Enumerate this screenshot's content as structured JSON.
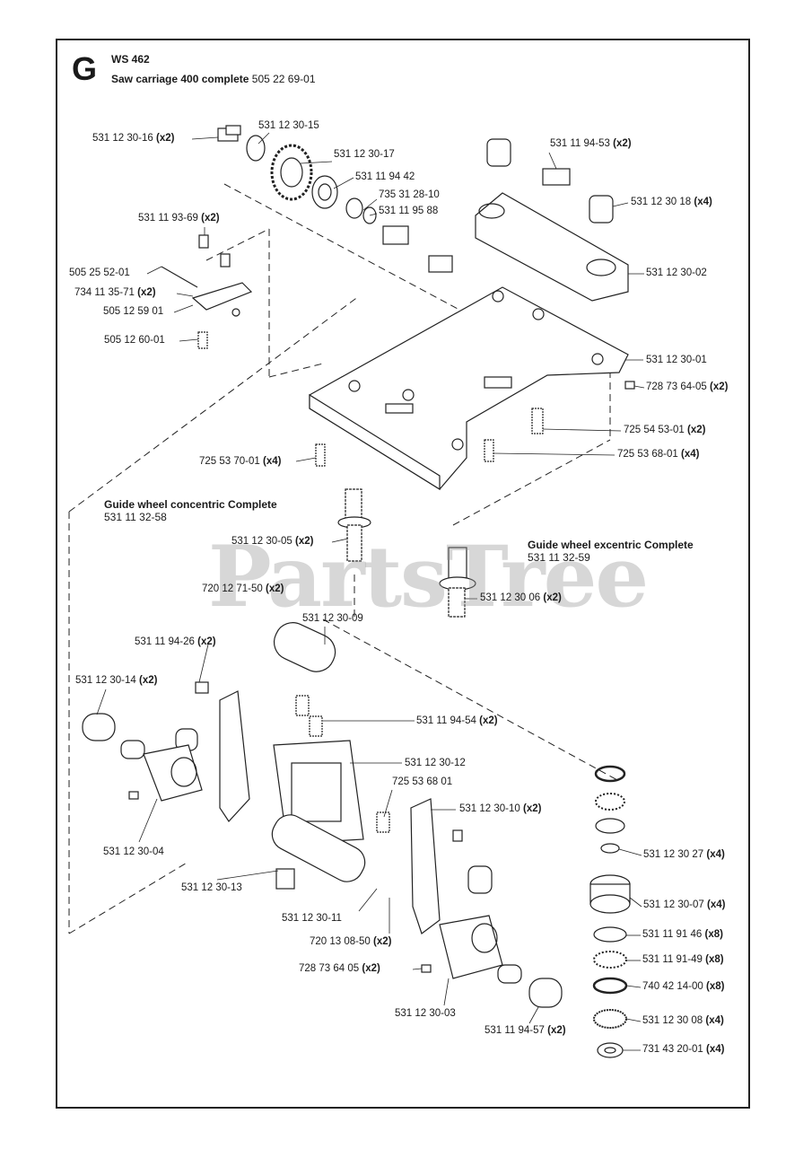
{
  "section_letter": "G",
  "model": "WS 462",
  "assembly": {
    "name": "Saw carriage 400 complete",
    "number": "505 22 69-01"
  },
  "watermark": "PartsTree",
  "subassemblies": [
    {
      "id": "concentric",
      "title": "Guide wheel concentric Complete",
      "number": "531 11 32-58"
    },
    {
      "id": "excentric",
      "title": "Guide wheel excentric Complete",
      "number": "531 11 32-59"
    }
  ],
  "callouts": [
    {
      "id": "c01",
      "part": "531 12 30-16",
      "qty": "(x2)"
    },
    {
      "id": "c02",
      "part": "531 12 30-15",
      "qty": ""
    },
    {
      "id": "c03",
      "part": "531 12 30-17",
      "qty": ""
    },
    {
      "id": "c04",
      "part": "531 11 94 42",
      "qty": ""
    },
    {
      "id": "c05",
      "part": "735 31 28-10",
      "qty": ""
    },
    {
      "id": "c06",
      "part": "531 11 95 88",
      "qty": ""
    },
    {
      "id": "c07",
      "part": "531 11 94-53",
      "qty": "(x2)"
    },
    {
      "id": "c08",
      "part": "531 12 30 18",
      "qty": "(x4)"
    },
    {
      "id": "c09",
      "part": "531 11 93-69",
      "qty": "(x2)"
    },
    {
      "id": "c10",
      "part": "505 25 52-01",
      "qty": ""
    },
    {
      "id": "c11",
      "part": "734 11 35-71",
      "qty": "(x2)"
    },
    {
      "id": "c12",
      "part": "505 12 59 01",
      "qty": ""
    },
    {
      "id": "c13",
      "part": "505 12 60-01",
      "qty": ""
    },
    {
      "id": "c14",
      "part": "531 12 30-02",
      "qty": ""
    },
    {
      "id": "c15",
      "part": "531 12 30-01",
      "qty": ""
    },
    {
      "id": "c16",
      "part": "728 73 64-05",
      "qty": "(x2)"
    },
    {
      "id": "c17",
      "part": "725 54 53-01",
      "qty": "(x2)"
    },
    {
      "id": "c18",
      "part": "725 53 70-01",
      "qty": "(x4)"
    },
    {
      "id": "c19",
      "part": "725 53 68-01",
      "qty": "(x4)"
    },
    {
      "id": "c20",
      "part": "531 12 30-05",
      "qty": "(x2)"
    },
    {
      "id": "c21",
      "part": "720 12 71-50",
      "qty": "(x2)"
    },
    {
      "id": "c22",
      "part": "531 12 30 06",
      "qty": "(x2)"
    },
    {
      "id": "c23",
      "part": "531 12 30-09",
      "qty": ""
    },
    {
      "id": "c24",
      "part": "531 11 94-26",
      "qty": "(x2)"
    },
    {
      "id": "c25",
      "part": "531 12 30-14",
      "qty": "(x2)"
    },
    {
      "id": "c26",
      "part": "531 11 94-54",
      "qty": "(x2)"
    },
    {
      "id": "c27",
      "part": "531 12 30-12",
      "qty": ""
    },
    {
      "id": "c28",
      "part": "725 53 68 01",
      "qty": ""
    },
    {
      "id": "c29",
      "part": "531 12 30-10",
      "qty": "(x2)"
    },
    {
      "id": "c30",
      "part": "531 12 30-04",
      "qty": ""
    },
    {
      "id": "c31",
      "part": "531 12 30-13",
      "qty": ""
    },
    {
      "id": "c32",
      "part": "531 12 30-11",
      "qty": ""
    },
    {
      "id": "c33",
      "part": "720 13 08-50",
      "qty": "(x2)"
    },
    {
      "id": "c34",
      "part": "728 73 64 05",
      "qty": "(x2)"
    },
    {
      "id": "c35",
      "part": "531 12 30-03",
      "qty": ""
    },
    {
      "id": "c36",
      "part": "531 11 94-57",
      "qty": "(x2)"
    },
    {
      "id": "c37",
      "part": "531 12 30 27",
      "qty": "(x4)"
    },
    {
      "id": "c38",
      "part": "531 12 30-07",
      "qty": "(x4)"
    },
    {
      "id": "c39",
      "part": "531 11 91 46",
      "qty": "(x8)"
    },
    {
      "id": "c40",
      "part": "531 11 91-49",
      "qty": "(x8)"
    },
    {
      "id": "c41",
      "part": "740 42 14-00",
      "qty": "(x8)"
    },
    {
      "id": "c42",
      "part": "531 12 30 08",
      "qty": "(x4)"
    },
    {
      "id": "c43",
      "part": "731 43 20-01",
      "qty": "(x4)"
    }
  ]
}
